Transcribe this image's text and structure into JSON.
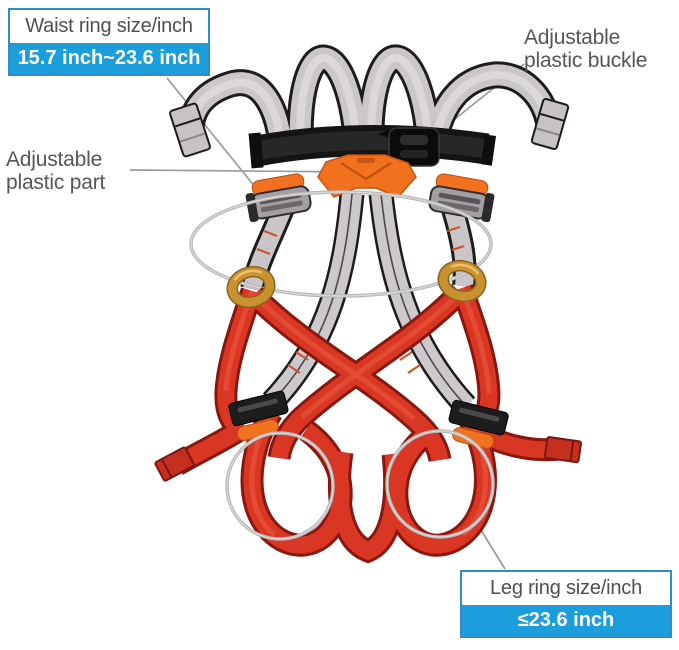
{
  "figure": {
    "subject": "full-body safety harness with annotated waist ring, leg rings, plastic buckle and plastic part"
  },
  "labels": {
    "waist": {
      "title": "Waist ring size/inch",
      "value": "15.7 inch~23.6 inch"
    },
    "leg": {
      "title": "Leg ring size/inch",
      "value": "≤23.6 inch"
    },
    "buckle": {
      "line1": "Adjustable",
      "line2": "plastic buckle"
    },
    "part": {
      "line1": "Adjustable",
      "line2": "plastic part"
    }
  },
  "colors": {
    "accent_blue": "#1b9edb",
    "box_border": "#2e8ec8",
    "note_text": "#565656",
    "leader_line": "#9b9b9b",
    "webbing_gray": "#cac6ca",
    "webbing_edge": "#1c1c1c",
    "strap_red": "#d93723",
    "plastic_orange": "#f2711f",
    "belt_black": "#141414",
    "ring_gold": "#c8922f",
    "wire_gray": "#b6b6b6"
  }
}
